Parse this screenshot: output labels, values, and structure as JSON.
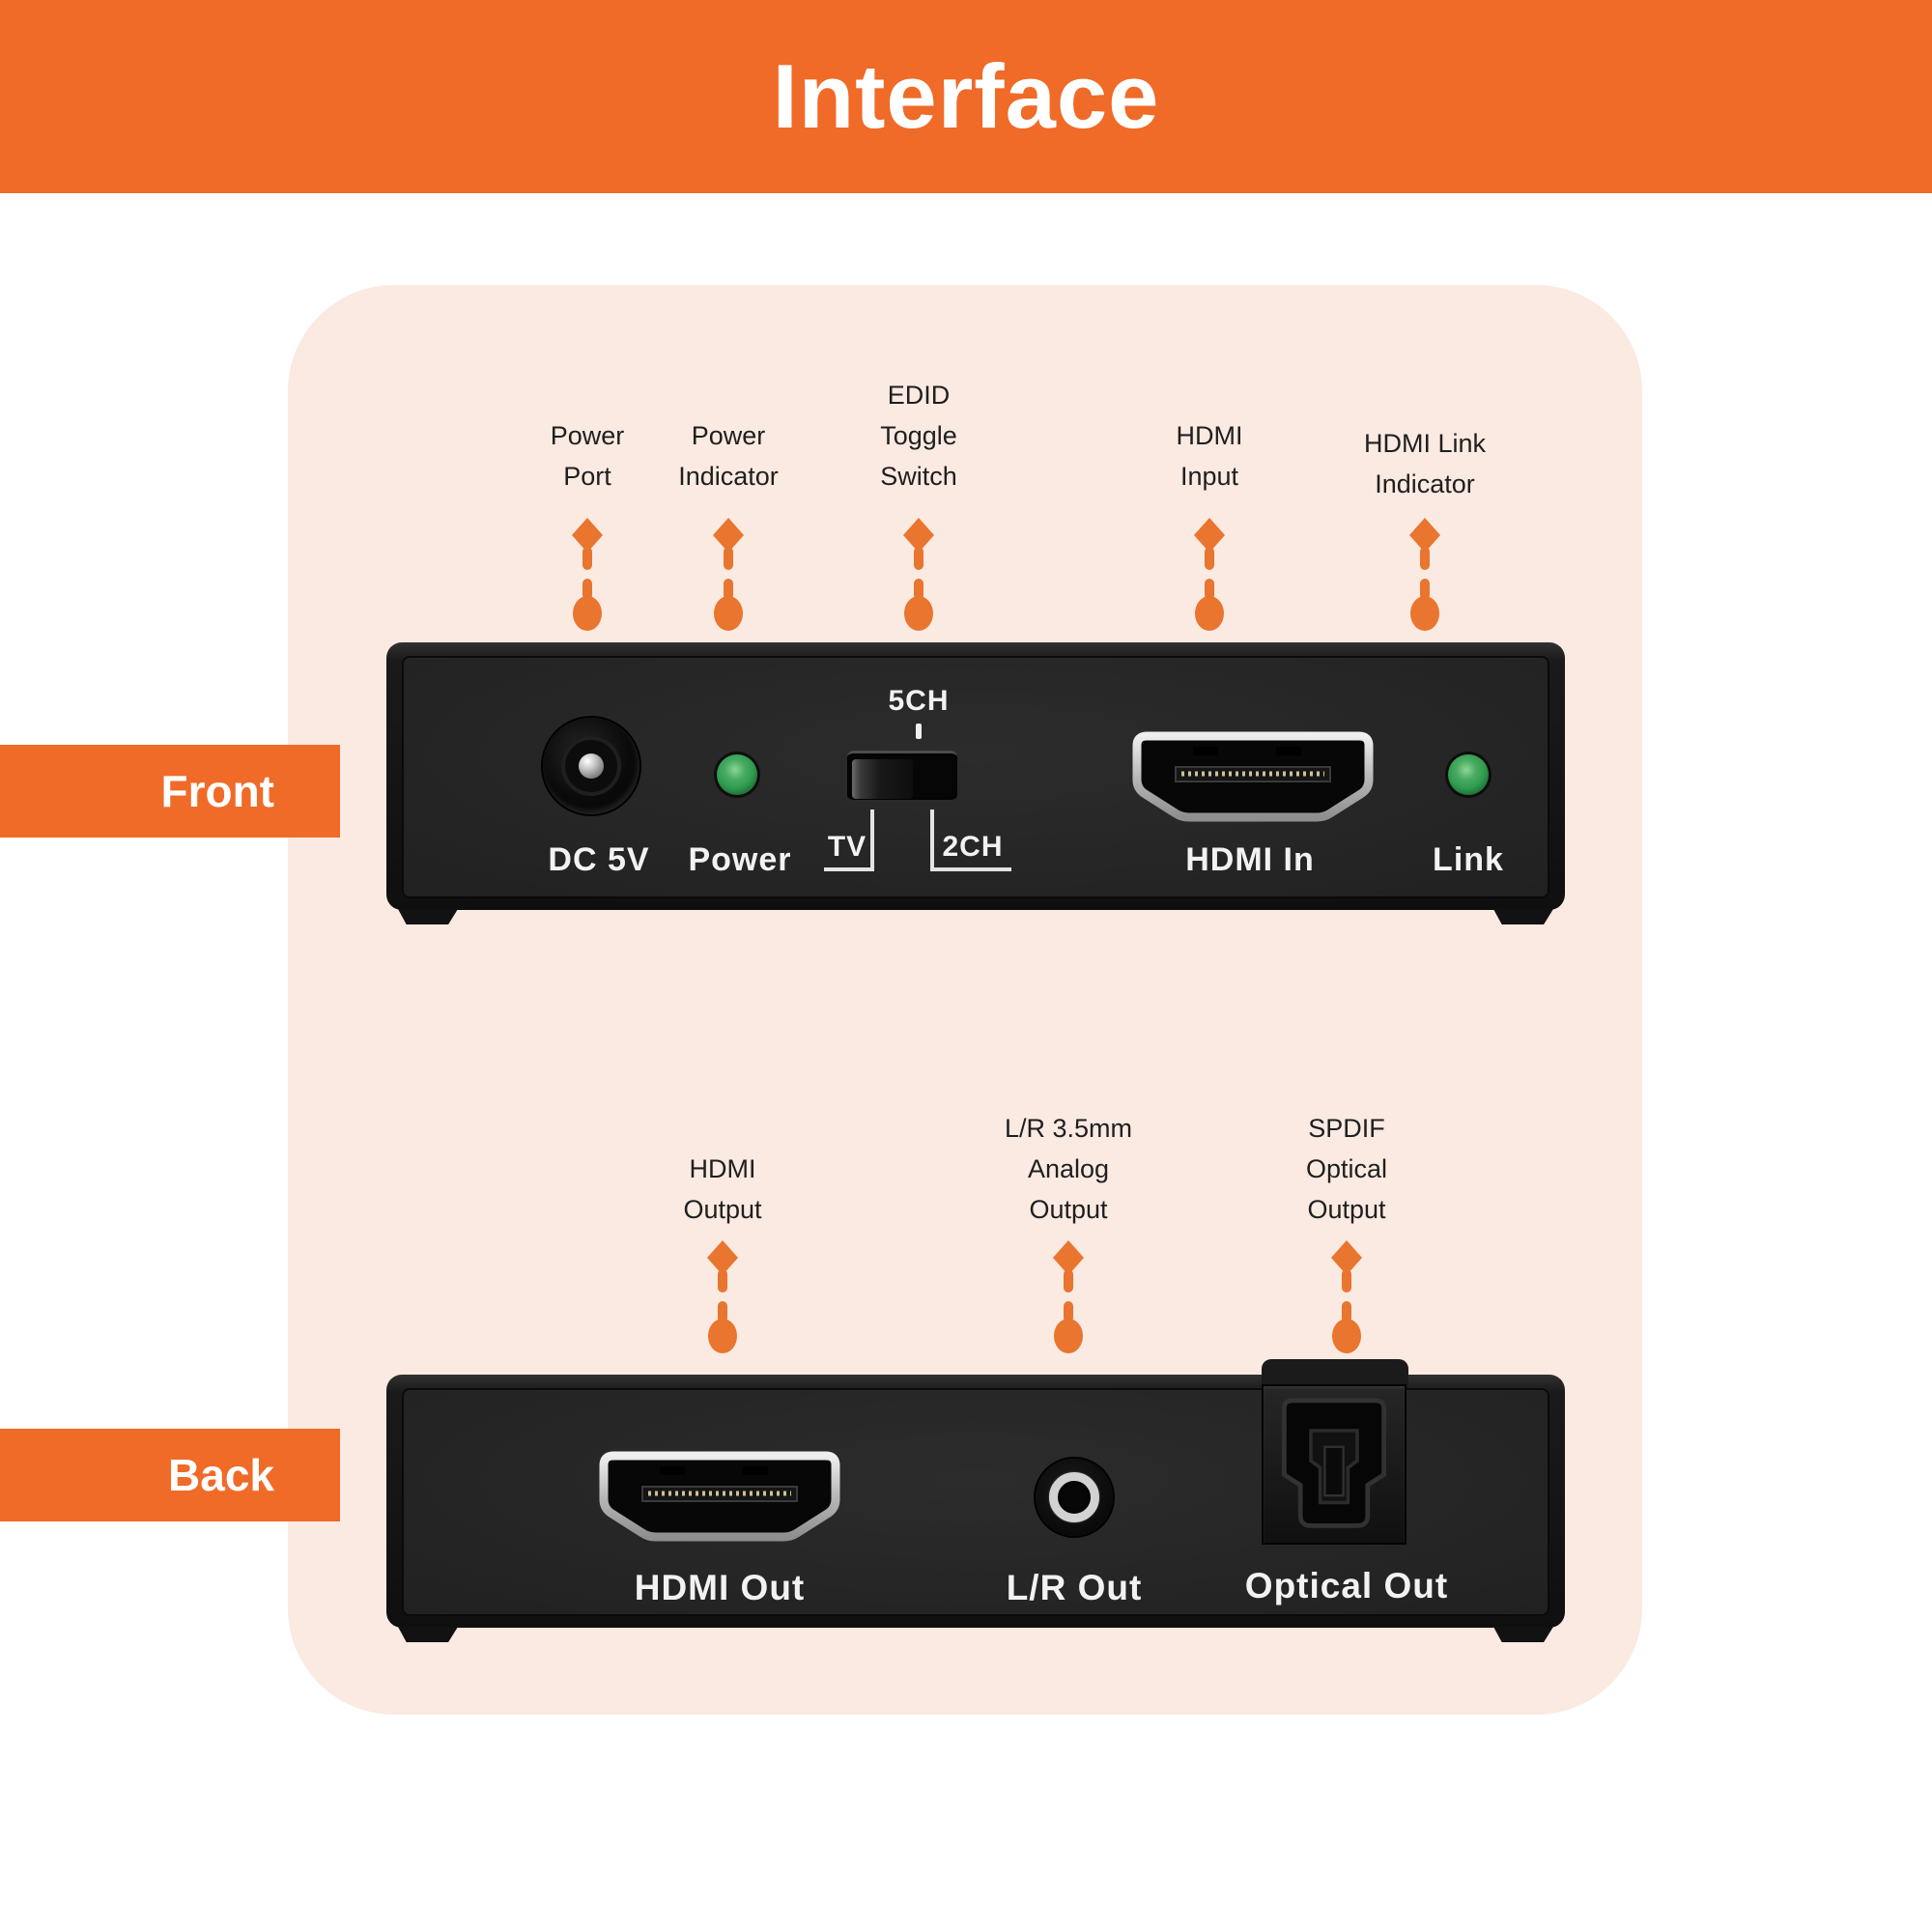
{
  "colors": {
    "orange": "#F06A28",
    "arrow_orange": "#E9752F",
    "peach": "#FBEAE1",
    "label_text": "#1F1F1F",
    "device_text": "#F2F2F2",
    "led_green": "#2F9B4E"
  },
  "header": {
    "title": "Interface"
  },
  "front": {
    "tab_label": "Front",
    "callouts": [
      {
        "lines": [
          "Power",
          "Port"
        ]
      },
      {
        "lines": [
          "Power",
          "Indicator"
        ]
      },
      {
        "lines": [
          "EDID",
          "Toggle",
          "Switch"
        ]
      },
      {
        "lines": [
          "HDMI",
          "Input"
        ]
      },
      {
        "lines": [
          "HDMI Link",
          "Indicator"
        ]
      }
    ],
    "panel_labels": {
      "dc": "DC 5V",
      "power": "Power",
      "ch5": "5CH",
      "tv": "TV",
      "ch2": "2CH",
      "hdmi": "HDMI In",
      "link": "Link"
    }
  },
  "back": {
    "tab_label": "Back",
    "callouts": [
      {
        "lines": [
          "HDMI",
          "Output"
        ]
      },
      {
        "lines": [
          "L/R 3.5mm",
          "Analog",
          "Output"
        ]
      },
      {
        "lines": [
          "SPDIF",
          "Optical",
          "Output"
        ]
      }
    ],
    "panel_labels": {
      "hdmi": "HDMI Out",
      "lr": "L/R Out",
      "optical": "Optical Out"
    }
  }
}
